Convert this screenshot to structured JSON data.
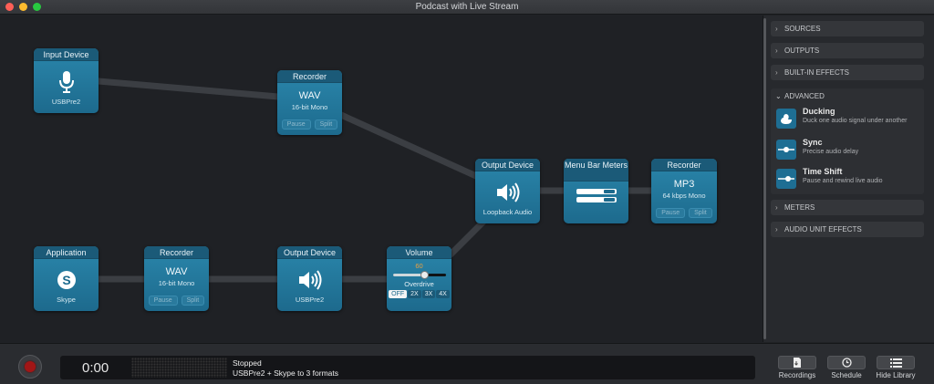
{
  "window": {
    "title": "Podcast with Live Stream"
  },
  "nodes": {
    "input_device": {
      "header": "Input Device",
      "label": "USBPre2"
    },
    "recorder1": {
      "header": "Recorder",
      "format": "WAV",
      "detail": "16-bit Mono",
      "pause": "Pause",
      "split": "Split"
    },
    "application": {
      "header": "Application",
      "label": "Skype"
    },
    "recorder2": {
      "header": "Recorder",
      "format": "WAV",
      "detail": "16-bit Mono",
      "pause": "Pause",
      "split": "Split"
    },
    "output_device1": {
      "header": "Output Device",
      "label": "USBPre2"
    },
    "volume": {
      "header": "Volume",
      "value": "60",
      "value_fraction": 0.6,
      "overdrive_label": "Overdrive",
      "options": [
        "OFF",
        "2X",
        "3X",
        "4X"
      ],
      "selected": "OFF"
    },
    "output_device2": {
      "header": "Output Device",
      "label": "Loopback Audio"
    },
    "meters": {
      "header": "Menu Bar Meters"
    },
    "recorder3": {
      "header": "Recorder",
      "format": "MP3",
      "detail": "64 kbps Mono",
      "pause": "Pause",
      "split": "Split"
    }
  },
  "sidebar": {
    "sources": "SOURCES",
    "outputs": "OUTPUTS",
    "builtin": "BUILT-IN EFFECTS",
    "advanced": "ADVANCED",
    "meters": "METERS",
    "au_effects": "AUDIO UNIT EFFECTS",
    "effects": [
      {
        "name": "Ducking",
        "desc": "Duck one audio signal under another",
        "icon": "duck-icon"
      },
      {
        "name": "Sync",
        "desc": "Precise audio delay",
        "icon": "sync-icon"
      },
      {
        "name": "Time Shift",
        "desc": "Pause and rewind live audio",
        "icon": "time-shift-icon"
      }
    ]
  },
  "bottom": {
    "time": "0:00",
    "status": "Stopped",
    "detail": "USBPre2 + Skype to 3 formats",
    "recordings": "Recordings",
    "schedule": "Schedule",
    "hide_library": "Hide Library"
  },
  "colors": {
    "node": "#2380a6",
    "record": "#a11616",
    "volume_value": "#e8a040"
  }
}
